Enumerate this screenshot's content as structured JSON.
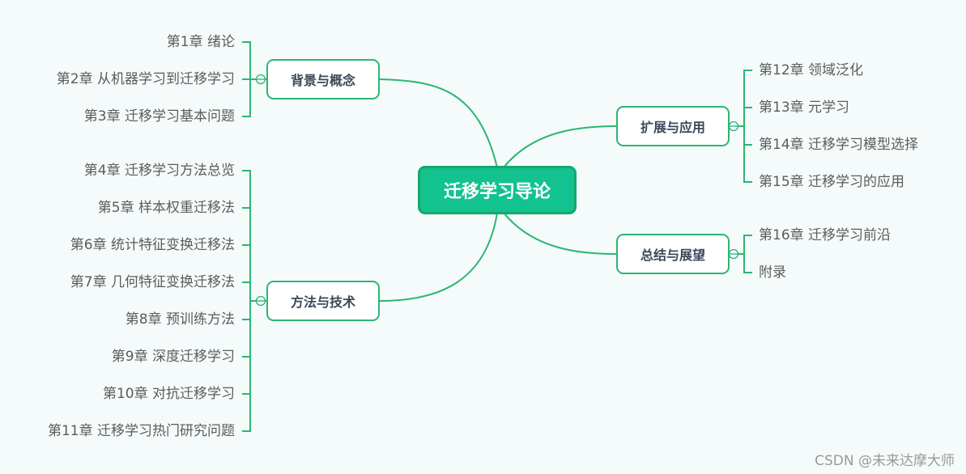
{
  "central": {
    "label": "迁移学习导论"
  },
  "branches": {
    "background": {
      "label": "背景与概念",
      "leaves": [
        "第1章  绪论",
        "第2章  从机器学习到迁移学习",
        "第3章  迁移学习基本问题"
      ]
    },
    "methods": {
      "label": "方法与技术",
      "leaves": [
        "第4章  迁移学习方法总览",
        "第5章  样本权重迁移法",
        "第6章  统计特征变换迁移法",
        "第7章  几何特征变换迁移法",
        "第8章  预训练方法",
        "第9章  深度迁移学习",
        "第10章  对抗迁移学习",
        "第11章  迁移学习热门研究问题"
      ]
    },
    "extension": {
      "label": "扩展与应用",
      "leaves": [
        "第12章  领域泛化",
        "第13章  元学习",
        "第14章  迁移学习模型选择",
        "第15章  迁移学习的应用"
      ]
    },
    "summary": {
      "label": "总结与展望",
      "leaves": [
        "第16章  迁移学习前沿",
        "附录"
      ]
    }
  },
  "watermark": "CSDN @未来达摩大师",
  "colors": {
    "line": "#2bb673",
    "central_fill": "#12c28f",
    "background": "#f5fafa"
  }
}
